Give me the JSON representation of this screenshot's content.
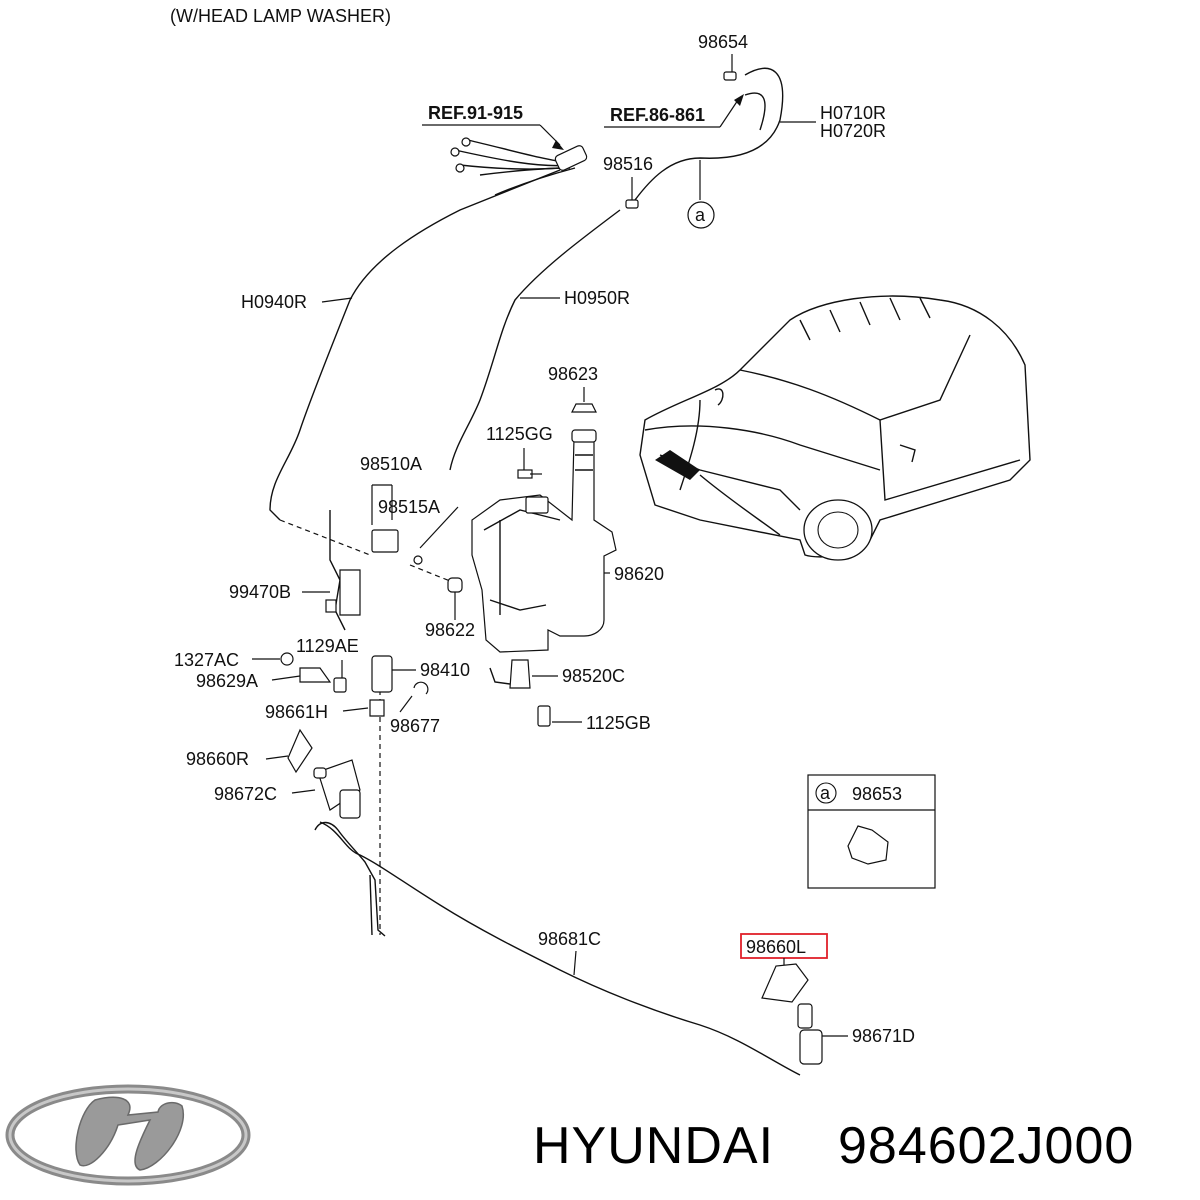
{
  "header": {
    "title": "(W/HEAD LAMP WASHER)"
  },
  "refs": {
    "r1": "REF.91-915",
    "r2": "REF.86-861"
  },
  "labels": {
    "p98654": "98654",
    "h0710r": "H0710R",
    "h0720r": "H0720R",
    "p98516": "98516",
    "circle_a": "a",
    "h0940r": "H0940R",
    "h0950r": "H0950R",
    "p98623": "98623",
    "p1125gg": "1125GG",
    "p98510a": "98510A",
    "p98515a": "98515A",
    "p98620": "98620",
    "p99470b": "99470B",
    "p98622": "98622",
    "p1129ae": "1129AE",
    "p1327ac": "1327AC",
    "p98410": "98410",
    "p98520c": "98520C",
    "p98629a": "98629A",
    "p98661h": "98661H",
    "p98677": "98677",
    "p1125gb": "1125GB",
    "p98660r": "98660R",
    "p98672c": "98672C",
    "p98681c": "98681C",
    "p98660l": "98660L",
    "p98671d": "98671D"
  },
  "inset": {
    "circle": "a",
    "part": "98653"
  },
  "highlight_color": "#e0202a",
  "footer": {
    "brand": "HYUNDAI",
    "part_number": "984602J000",
    "logo_icon": "hyundai-logo-icon"
  }
}
